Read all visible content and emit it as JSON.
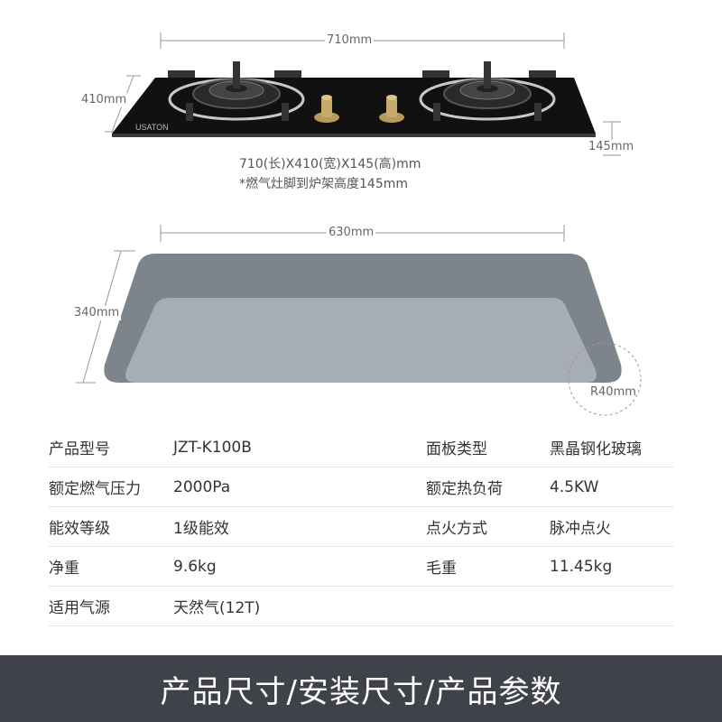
{
  "dimensions": {
    "cooktop_width": "710mm",
    "cooktop_depth": "410mm",
    "cooktop_height": "145mm",
    "cutout_width": "630mm",
    "cutout_depth": "340mm",
    "cutout_radius": "R40mm"
  },
  "brand_mark": "USATON",
  "caption": {
    "line1": "710(长)X410(宽)X145(高)mm",
    "line2": "*燃气灶脚到炉架高度145mm"
  },
  "specs": [
    {
      "label1": "产品型号",
      "value1": "JZT-K100B",
      "label2": "面板类型",
      "value2": "黑晶钢化玻璃"
    },
    {
      "label1": "额定燃气压力",
      "value1": "2000Pa",
      "label2": "额定热负荷",
      "value2": "4.5KW"
    },
    {
      "label1": "能效等级",
      "value1": "1级能效",
      "label2": "点火方式",
      "value2": "脉冲点火"
    },
    {
      "label1": "净重",
      "value1": "9.6kg",
      "label2": "毛重",
      "value2": "11.45kg"
    },
    {
      "label1": "适用气源",
      "value1": "天然气(12T)",
      "label2": "",
      "value2": ""
    }
  ],
  "footer_title": "产品尺寸/安装尺寸/产品参数"
}
